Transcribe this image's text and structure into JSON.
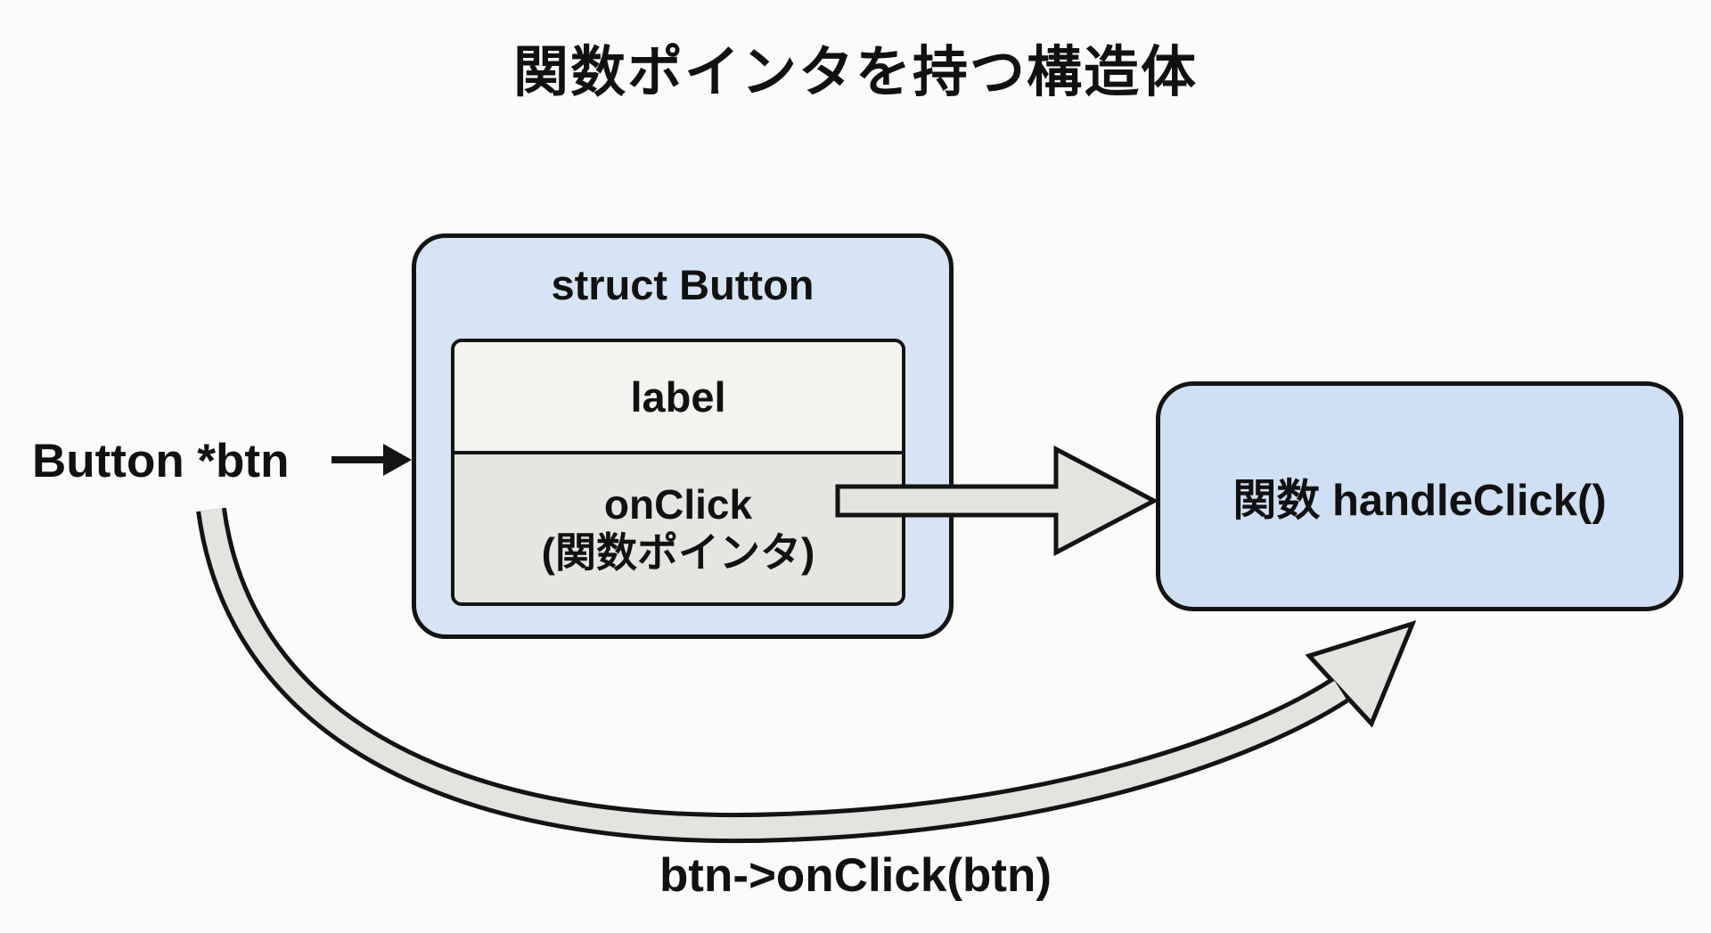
{
  "title": "関数ポインタを持つ構造体",
  "struct_box": {
    "title": "struct Button",
    "fields": [
      {
        "label": "label"
      },
      {
        "label": "onClick",
        "sublabel": "(関数ポインタ)"
      }
    ]
  },
  "pointer_label": "Button *btn",
  "function_box": {
    "label": "関数 handleClick()"
  },
  "call_label": "btn->onClick(btn)",
  "colors": {
    "background": "#fbfbf9",
    "struct_fill": "#d6e4f5",
    "function_fill": "#cfe0f4",
    "field_row_1_fill": "#f3f3f0",
    "field_row_2_fill": "#e5e5e1",
    "arrow_fill": "#e3e3e0",
    "outline": "#141414",
    "text": "#111111"
  }
}
